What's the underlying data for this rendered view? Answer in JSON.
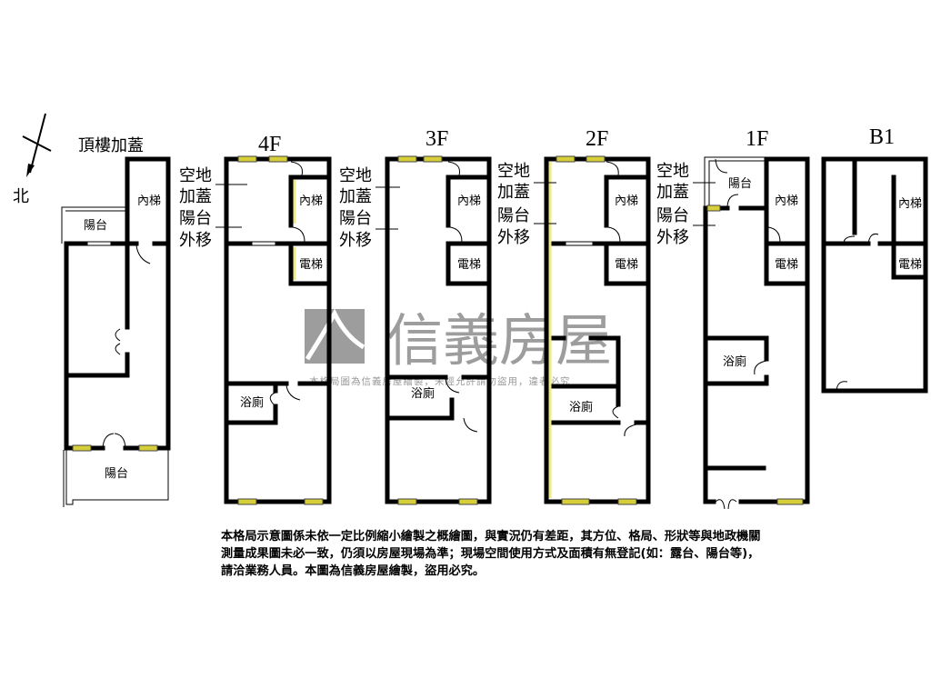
{
  "compass": {
    "north_label": "北"
  },
  "floors": {
    "roof": {
      "title": "頂樓加蓋",
      "balcony_top": "陽台",
      "stair": "內梯",
      "balcony_bottom": "陽台"
    },
    "f4": {
      "title": "4F",
      "stair": "內梯",
      "elevator": "電梯",
      "bath": "浴廁"
    },
    "f3": {
      "title": "3F",
      "stair": "內梯",
      "elevator": "電梯",
      "bath": "浴廁"
    },
    "f2": {
      "title": "2F",
      "stair": "內梯",
      "elevator": "電梯",
      "bath": "浴廁"
    },
    "f1": {
      "title": "1F",
      "balcony": "陽台",
      "stair": "內梯",
      "elevator": "電梯",
      "bath": "浴廁"
    },
    "b1": {
      "title": "B1",
      "stair": "內梯",
      "elevator": "電梯"
    }
  },
  "annotations": {
    "line1": "空地",
    "line2": "加蓋",
    "line3": "陽台",
    "line4": "外移"
  },
  "watermark": {
    "brand": "信義房屋",
    "notice": "本格局圖為信義房屋繪製，未經允許請勿盜用，違者必究"
  },
  "disclaimer": "本格局示意圖係未依一定比例縮小繪製之概繪圖，與實況仍有差距，其方位、格局、形狀等與地政機關測量成果圖未必一致，仍須以房屋現場為準；現場空間使用方式及面積有無登記(如：露台、陽台等)，請洽業務人員。本圖為信義房屋繪製，盜用必究。",
  "colors": {
    "walls": "#000000",
    "windows": "#d6cf3a",
    "watermark": "#8c8c8c"
  }
}
